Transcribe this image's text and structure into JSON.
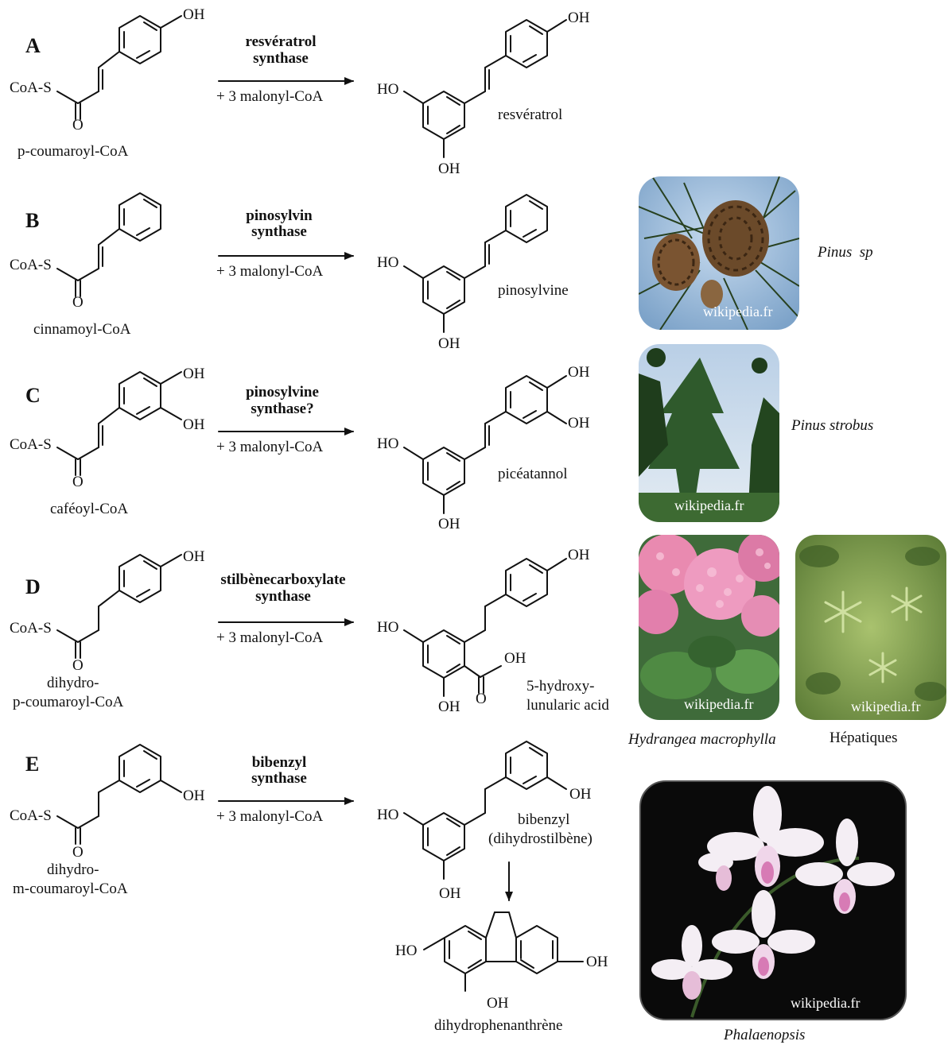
{
  "rows": [
    {
      "letter": "A",
      "substrate": "p-coumaroyl-CoA",
      "enzyme1": "resvératrol",
      "enzyme2": "synthase",
      "cofactor": "+ 3 malonyl-CoA",
      "product": "resvératrol"
    },
    {
      "letter": "B",
      "substrate": "cinnamoyl-CoA",
      "enzyme1": "pinosylvin",
      "enzyme2": "synthase",
      "cofactor": "+ 3 malonyl-CoA",
      "product": "pinosylvine"
    },
    {
      "letter": "C",
      "substrate": "caféoyl-CoA",
      "enzyme1": "pinosylvine",
      "enzyme2": "synthase?",
      "cofactor": "+ 3 malonyl-CoA",
      "product": "picéatannol"
    },
    {
      "letter": "D",
      "substrate1": "dihydro-",
      "substrate2": "p-coumaroyl-CoA",
      "enzyme1": "stilbènecarboxylate",
      "enzyme2": "synthase",
      "cofactor": "+ 3 malonyl-CoA",
      "product1": "5-hydroxy-",
      "product2": "lunularic acid"
    },
    {
      "letter": "E",
      "substrate1": "dihydro-",
      "substrate2": "m-coumaroyl-CoA",
      "enzyme1": "bibenzyl",
      "enzyme2": "synthase",
      "cofactor": "+ 3 malonyl-CoA",
      "product1": "bibenzyl",
      "product2": "(dihydrostilbène)",
      "product3": "dihydrophenanthrène"
    }
  ],
  "labels": {
    "coas": "CoA-S",
    "oh": "OH",
    "ho": "HO",
    "o": "O"
  },
  "photos": [
    {
      "species": "Pinus  sp",
      "credit": "wikipedia.fr"
    },
    {
      "species": "Pinus strobus",
      "credit": "wikipedia.fr"
    },
    {
      "species": "Hydrangea macrophylla",
      "credit": "wikipedia.fr"
    },
    {
      "species": "Hépatiques",
      "credit": "wikipedia.fr"
    },
    {
      "species": "Phalaenopsis",
      "credit": "wikipedia.fr"
    }
  ],
  "colors": {
    "text": "#111111",
    "pine_sky": "#8fb2d6",
    "pine_cone": "#6b4a2a",
    "tree_green": "#2f5a2c",
    "hydrangea_pink": "#e98ab0",
    "liverwort_green": "#8aa55a",
    "orchid_bg": "#0a0a0a",
    "orchid_petal": "#f4eef4"
  }
}
